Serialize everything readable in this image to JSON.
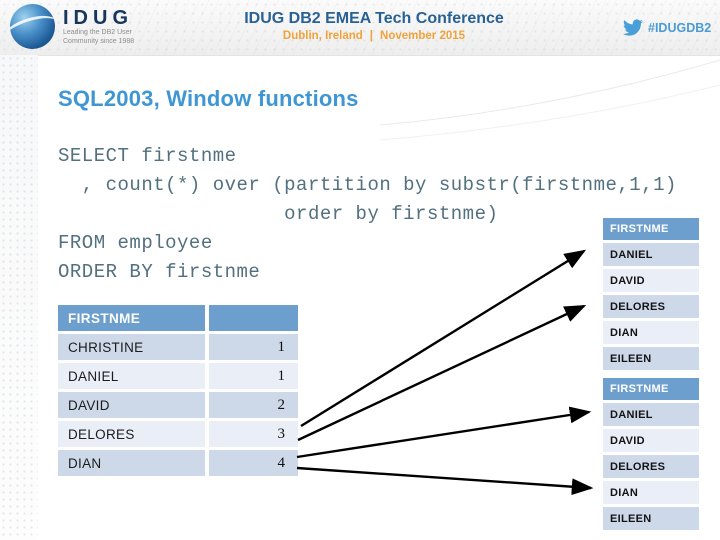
{
  "banner": {
    "logo": {
      "brand": "IDUG",
      "tagline_line1": "Leading the DB2 User",
      "tagline_line2": "Community since 1988"
    },
    "conference": {
      "title": "IDUG DB2 EMEA Tech Conference",
      "location": "Dublin, Ireland",
      "separator": "|",
      "date": "November 2015"
    },
    "hashtag": "#IDUGDB2"
  },
  "slide": {
    "title": "SQL2003, Window functions",
    "code_lines": [
      "SELECT firstnme",
      "  , count(*) over (partition by substr(firstnme,1,1)",
      "                   order by firstnme)",
      "FROM employee",
      "ORDER BY firstnme"
    ]
  },
  "result_table": {
    "header": [
      "FIRSTNME",
      ""
    ],
    "rows": [
      [
        "CHRISTINE",
        "1"
      ],
      [
        "DANIEL",
        "1"
      ],
      [
        "DAVID",
        "2"
      ],
      [
        "DELORES",
        "3"
      ],
      [
        "DIAN",
        "4"
      ]
    ]
  },
  "partition_tables": [
    {
      "header": "FIRSTNME",
      "rows": [
        "DANIEL",
        "DAVID",
        "DELORES",
        "DIAN",
        "EILEEN"
      ]
    },
    {
      "header": "FIRSTNME",
      "rows": [
        "DANIEL",
        "DAVID",
        "DELORES",
        "DIAN",
        "EILEEN"
      ]
    }
  ],
  "arrows": [
    {
      "from": "count value 3 (DELORES row)",
      "to": "upper name list, DANIEL row"
    },
    {
      "from": "count value 3 (DELORES row)",
      "to": "upper name list, DELORES row"
    },
    {
      "from": "count value 4 (DIAN row)",
      "to": "lower name list, DANIEL row"
    },
    {
      "from": "count value 4 (DIAN row)",
      "to": "lower name list, DIAN row"
    }
  ],
  "colors": {
    "accent_title": "#3e97d4",
    "table_header": "#6d9fce",
    "row_odd": "#cdd9e9",
    "row_even": "#e9eef7",
    "code_text": "#52707f",
    "conference_title": "#2a6193",
    "conference_date": "#f0a23a",
    "hashtag": "#4a9ad4",
    "arrow": "#000000"
  }
}
